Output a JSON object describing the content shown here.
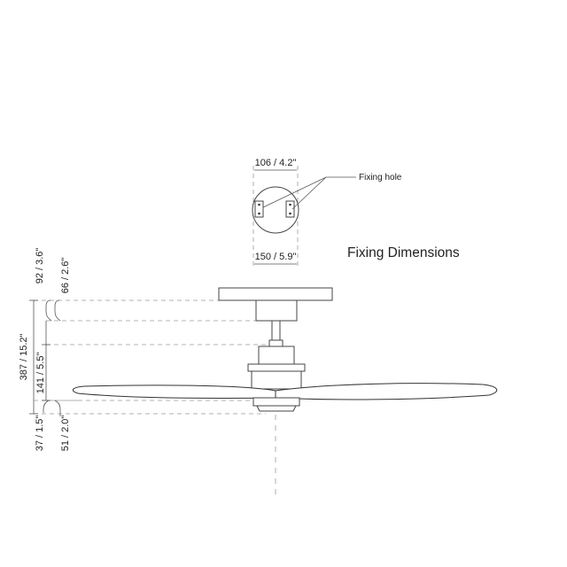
{
  "title": "Fixing Dimensions",
  "fixing_hole_label": "Fixing hole",
  "top_dims": {
    "hole_spacing": "106 / 4.2\"",
    "plate_diameter": "150 / 5.9\""
  },
  "side_dims": {
    "canopy_height": "92 / 3.6\"",
    "canopy_gap": "66 / 2.6\"",
    "overall_height": "387 / 15.2\"",
    "motor_height": "141 / 5.5\"",
    "blade_bottom": "37 / 1.5\"",
    "light_bottom": "51 / 2.0\""
  },
  "colors": {
    "line": "#444444",
    "dash": "#9a9a9a",
    "text": "#222222"
  }
}
